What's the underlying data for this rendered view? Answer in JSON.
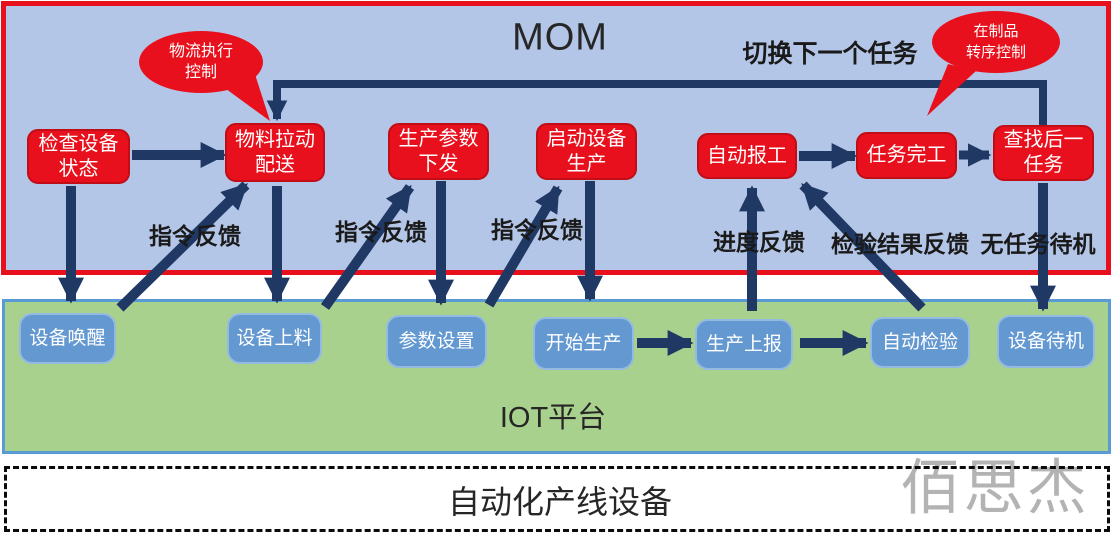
{
  "regions": {
    "mom": {
      "title": "MOM"
    },
    "iot": {
      "title": "IOT平台"
    },
    "line": {
      "title": "自动化产线设备"
    }
  },
  "watermark": "佰思杰",
  "mom_boxes": [
    {
      "id": "check-device-status",
      "lines": [
        "检查设备",
        "状态"
      ]
    },
    {
      "id": "material-pull-delivery",
      "lines": [
        "物料拉动",
        "配送"
      ]
    },
    {
      "id": "production-param-issue",
      "lines": [
        "生产参数",
        "下发"
      ]
    },
    {
      "id": "start-device-production",
      "lines": [
        "启动设备",
        "生产"
      ]
    },
    {
      "id": "auto-work-report",
      "lines": [
        "自动报工"
      ]
    },
    {
      "id": "task-complete",
      "lines": [
        "任务完工"
      ]
    },
    {
      "id": "find-next-task",
      "lines": [
        "查找后一",
        "任务"
      ]
    }
  ],
  "iot_boxes": [
    {
      "id": "device-wakeup",
      "lines": [
        "设备唤醒"
      ]
    },
    {
      "id": "device-loading",
      "lines": [
        "设备上料"
      ]
    },
    {
      "id": "param-setting",
      "lines": [
        "参数设置"
      ]
    },
    {
      "id": "start-production",
      "lines": [
        "开始生产"
      ]
    },
    {
      "id": "production-report",
      "lines": [
        "生产上报"
      ]
    },
    {
      "id": "auto-inspection",
      "lines": [
        "自动检验"
      ]
    },
    {
      "id": "device-standby",
      "lines": [
        "设备待机"
      ]
    }
  ],
  "callouts": [
    {
      "id": "logistics-execution-control",
      "lines": [
        "物流执行",
        "控制"
      ],
      "points_to": "material-pull-delivery"
    },
    {
      "id": "wip-transfer-control",
      "lines": [
        "在制品",
        "转序控制"
      ],
      "points_to": "task-complete"
    }
  ],
  "flow_labels": [
    {
      "id": "command-feedback-1",
      "text": "指令反馈"
    },
    {
      "id": "command-feedback-2",
      "text": "指令反馈"
    },
    {
      "id": "command-feedback-3",
      "text": "指令反馈"
    },
    {
      "id": "progress-feedback",
      "text": "进度反馈"
    },
    {
      "id": "inspection-result-feedback",
      "text": "检验结果反馈"
    },
    {
      "id": "no-task-standby",
      "text": "无任务待机"
    },
    {
      "id": "switch-next-task",
      "text": "切换下一个任务"
    }
  ],
  "connections": [
    {
      "id": "c1",
      "from": "check-device-status",
      "to": "material-pull-delivery",
      "label": ""
    },
    {
      "id": "c2",
      "from": "check-device-status",
      "to": "device-wakeup",
      "label": ""
    },
    {
      "id": "c3",
      "from": "device-wakeup",
      "to": "material-pull-delivery",
      "label": "指令反馈"
    },
    {
      "id": "c4",
      "from": "material-pull-delivery",
      "to": "device-loading",
      "label": ""
    },
    {
      "id": "c5",
      "from": "device-loading",
      "to": "production-param-issue",
      "label": "指令反馈"
    },
    {
      "id": "c6",
      "from": "production-param-issue",
      "to": "param-setting",
      "label": ""
    },
    {
      "id": "c7",
      "from": "param-setting",
      "to": "start-device-production",
      "label": "指令反馈"
    },
    {
      "id": "c8",
      "from": "start-device-production",
      "to": "start-production",
      "label": ""
    },
    {
      "id": "c9",
      "from": "start-production",
      "to": "production-report",
      "label": ""
    },
    {
      "id": "c10",
      "from": "production-report",
      "to": "auto-work-report",
      "label": "进度反馈"
    },
    {
      "id": "c11",
      "from": "production-report",
      "to": "auto-inspection",
      "label": ""
    },
    {
      "id": "c12",
      "from": "auto-inspection",
      "to": "auto-work-report",
      "label": "检验结果反馈"
    },
    {
      "id": "c13",
      "from": "auto-work-report",
      "to": "task-complete",
      "label": ""
    },
    {
      "id": "c14",
      "from": "task-complete",
      "to": "find-next-task",
      "label": ""
    },
    {
      "id": "c15",
      "from": "find-next-task",
      "to": "device-standby",
      "label": "无任务待机"
    },
    {
      "id": "c16",
      "from": "find-next-task",
      "to": "material-pull-delivery",
      "label": "切换下一个任务"
    }
  ],
  "colors": {
    "mom_fill": "#b4c6e7",
    "mom_border": "#e8101c",
    "red_box": "#e8101c",
    "red_box_border": "#c00d16",
    "iot_fill": "#a9d18e",
    "iot_border": "#5b9bd5",
    "blue_box": "#6398d1",
    "blue_box_border": "#95bae2",
    "arrow": "#1f3864",
    "label_text": "#1a1a1a",
    "watermark_color": "#b3b3b3"
  }
}
